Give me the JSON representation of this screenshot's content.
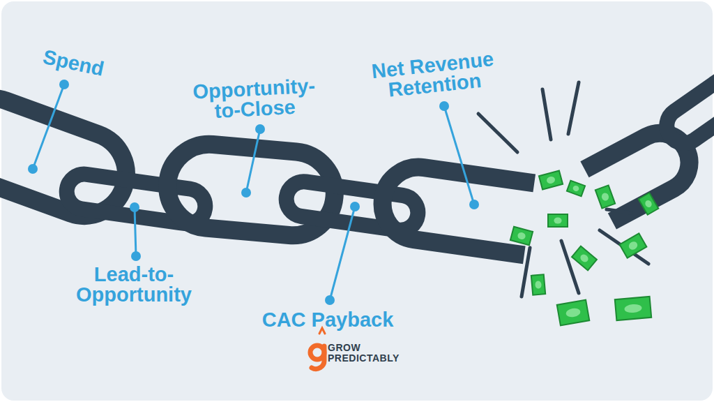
{
  "diagram": {
    "labels": [
      "Spend",
      "Opportunity-to-Close",
      "Net Revenue Retention",
      "Lead-to-Opportunity",
      "CAC Payback",
      "GROW PREDICTABLY"
    ]
  }
}
